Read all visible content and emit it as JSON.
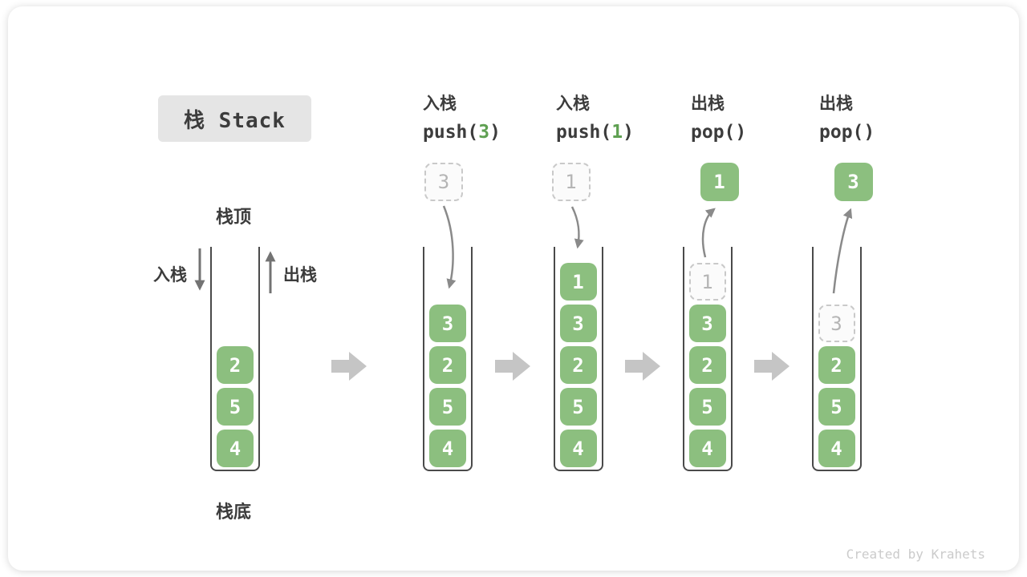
{
  "title_box": "栈 Stack",
  "side_labels": {
    "stack_top": "栈顶",
    "stack_bottom": "栈底",
    "push_label": "入栈",
    "pop_label": "出栈"
  },
  "operations": [
    {
      "name_cn": "入栈",
      "code_pre": "push(",
      "code_arg": "3",
      "code_post": ")"
    },
    {
      "name_cn": "入栈",
      "code_pre": "push(",
      "code_arg": "1",
      "code_post": ")"
    },
    {
      "name_cn": "出栈",
      "code_pre": "pop(",
      "code_arg": "",
      "code_post": ")"
    },
    {
      "name_cn": "出栈",
      "code_pre": "pop(",
      "code_arg": "",
      "code_post": ")"
    }
  ],
  "stacks": [
    {
      "blocks": [
        {
          "value": "2"
        },
        {
          "value": "5"
        },
        {
          "value": "4"
        }
      ],
      "floating": null
    },
    {
      "blocks": [
        {
          "value": "3"
        },
        {
          "value": "2"
        },
        {
          "value": "5"
        },
        {
          "value": "4"
        }
      ],
      "floating": {
        "value": "3",
        "style": "dashed"
      }
    },
    {
      "blocks": [
        {
          "value": "1"
        },
        {
          "value": "3"
        },
        {
          "value": "2"
        },
        {
          "value": "5"
        },
        {
          "value": "4"
        }
      ],
      "floating": {
        "value": "1",
        "style": "dashed"
      }
    },
    {
      "blocks": [
        {
          "value": "1",
          "ghost": true
        },
        {
          "value": "3"
        },
        {
          "value": "2"
        },
        {
          "value": "5"
        },
        {
          "value": "4"
        }
      ],
      "floating": {
        "value": "1",
        "style": "solid"
      }
    },
    {
      "blocks": [
        {
          "value": "3",
          "ghost": true
        },
        {
          "value": "2"
        },
        {
          "value": "5"
        },
        {
          "value": "4"
        }
      ],
      "floating": {
        "value": "3",
        "style": "solid"
      }
    }
  ],
  "watermark": "Created by Krahets",
  "colors": {
    "block_green": "#8cbf7f",
    "code_green": "#5fa052",
    "dark_text": "#3c3c3c",
    "title_bg": "#e5e5e5",
    "wall": "#4a4a4a",
    "curve_arrow": "#8a8a8a",
    "side_arrow": "#737373",
    "step_arrow": "#c5c5c5",
    "ghost": "#c9c9c9",
    "watermark_gray": "#cbcbcb"
  }
}
